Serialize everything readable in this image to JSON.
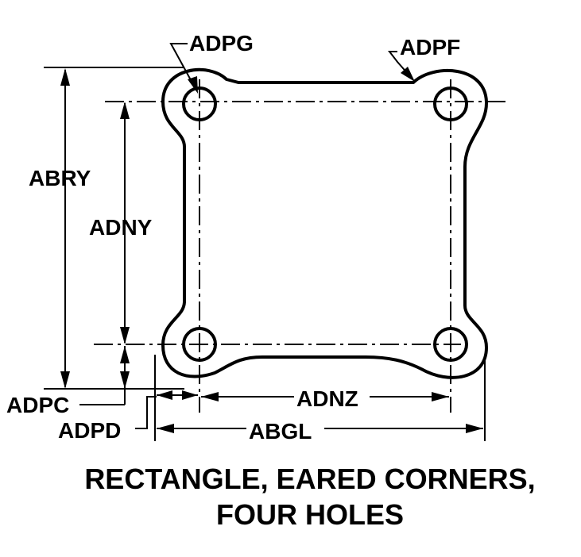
{
  "labels": {
    "adpg": "ADPG",
    "adpf": "ADPF",
    "abry": "ABRY",
    "adny": "ADNY",
    "adpc": "ADPC",
    "adpd": "ADPD",
    "adnz": "ADNZ",
    "abgl": "ABGL"
  },
  "caption": {
    "line1": "RECTANGLE, EARED CORNERS,",
    "line2": "FOUR HOLES"
  }
}
